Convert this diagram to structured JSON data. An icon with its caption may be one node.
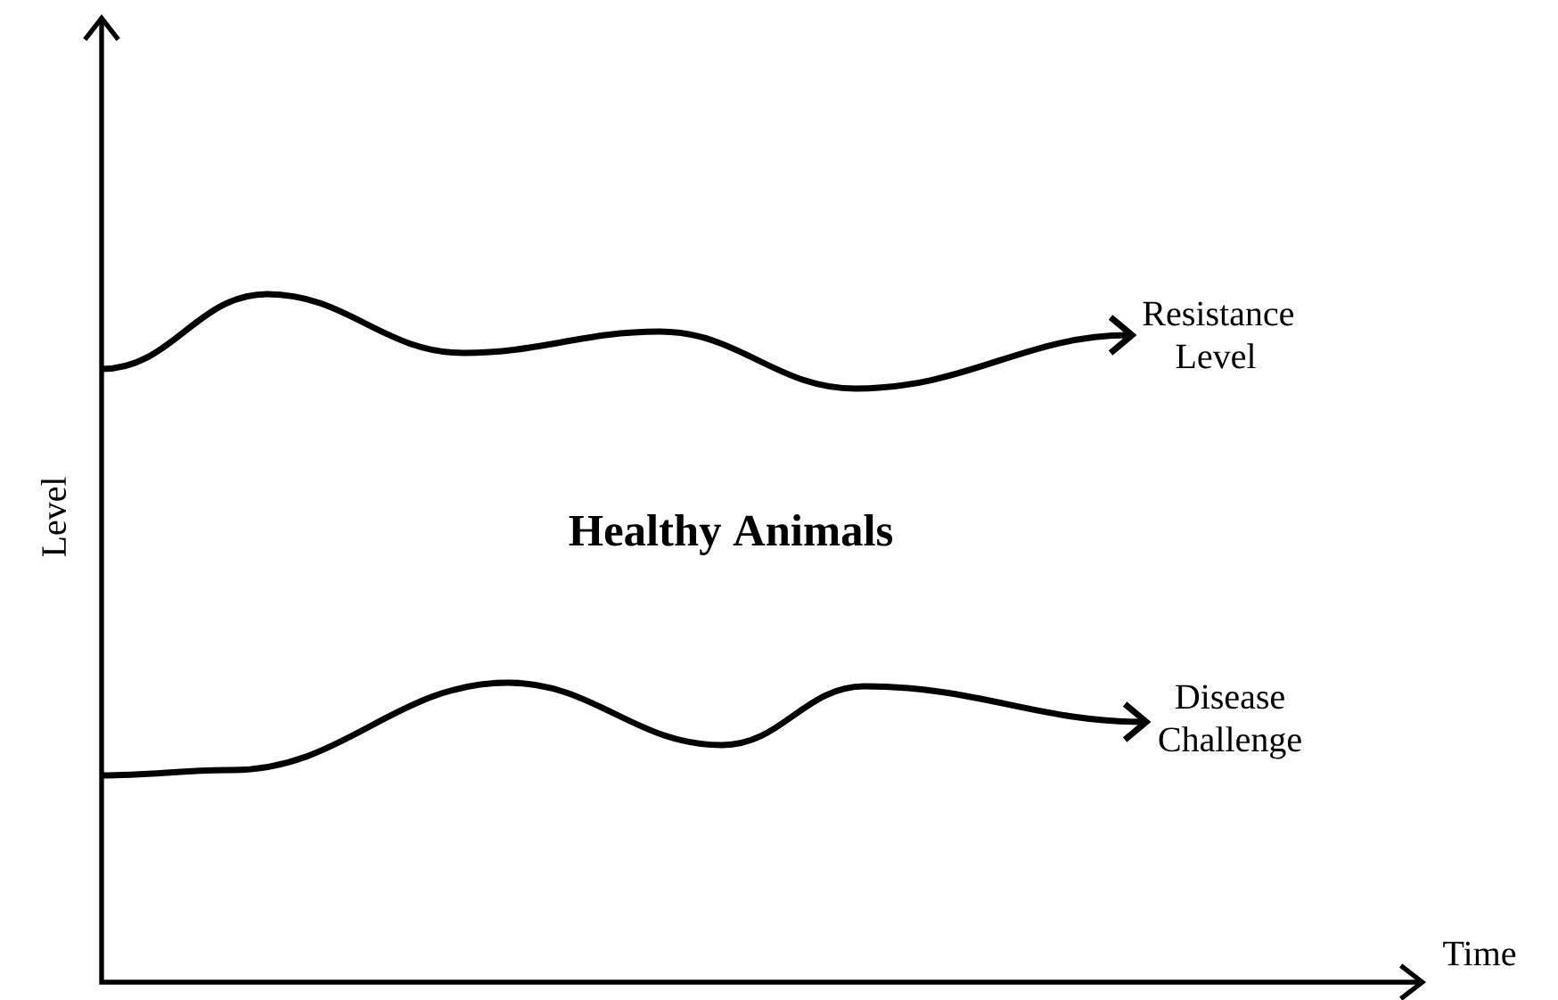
{
  "diagram": {
    "nodes": [
      {
        "text": [
          "Resistance Level"
        ]
      },
      {
        "text": [
          "Disease Challenge"
        ]
      }
    ],
    "edges": [
      {
        "from": null,
        "to": 0,
        "arrow": "to"
      },
      {
        "from": null,
        "to": 1,
        "arrow": "to"
      }
    ],
    "labels": [
      "Healthy Animals",
      "Level",
      "Time"
    ]
  }
}
